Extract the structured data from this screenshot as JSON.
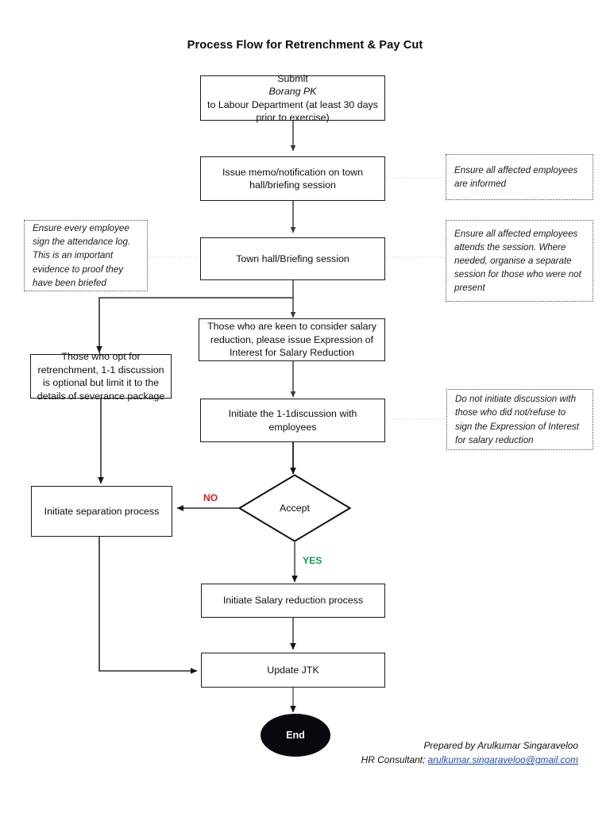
{
  "title": "Process Flow for Retrenchment & Pay Cut",
  "colors": {
    "no": "#e01b24",
    "yes": "#0aa04b",
    "link": "#1f4fb0",
    "node_border": "#1a1a1a",
    "end_fill": "#08080f"
  },
  "nodes": {
    "submit_form": "Submit Borang PK to Labour Department (at least 30 days prior to exercise)",
    "submit_form_part1": "Submit ",
    "submit_form_italic": "Borang PK",
    "submit_form_part2": " to Labour Department (at least 30 days prior to exercise)",
    "issue_memo": "Issue memo/notification on town hall/briefing session",
    "town_hall": "Town hall/Briefing session",
    "expression_of_interest": "Those who are keen to consider salary reduction, please issue Expression of Interest for Salary Reduction",
    "one_to_one": "Initiate the 1-1discussion with employees",
    "opt_retrenchment": "Those who opt for retrenchment, 1-1 discussion is optional but limit it to the details of severance package",
    "separation": "Initiate separation process",
    "salary_reduction": "Initiate Salary reduction process",
    "update_jtk": "Update JTK",
    "decision": "Accept",
    "end": "End"
  },
  "edge_labels": {
    "no": "NO",
    "yes": "YES"
  },
  "notes": {
    "informed": "Ensure all affected employees are informed",
    "attendance_log": "Ensure every employee sign the attendance log. This is an important evidence to proof they have been briefed",
    "attends_session": "Ensure all affected employees attends the session. Where needed, organise a separate session for those who were not present",
    "do_not_initiate": "Do not initiate discussion with those who did not/refuse to sign the Expression of Interest for salary reduction"
  },
  "footer": {
    "prepared_by": "Prepared by Arulkumar Singaraveloo",
    "role": "HR Consultant; ",
    "email": "arulkumar.singaraveloo@gmail.com"
  },
  "chart_data": {
    "type": "diagram",
    "title": "Process Flow for Retrenchment & Pay Cut",
    "nodes": [
      {
        "id": "submit_form",
        "shape": "rect",
        "label": "Submit Borang PK to Labour Department (at least 30 days prior to exercise)"
      },
      {
        "id": "issue_memo",
        "shape": "rect",
        "label": "Issue memo/notification on town hall/briefing session"
      },
      {
        "id": "town_hall",
        "shape": "rect",
        "label": "Town hall/Briefing session"
      },
      {
        "id": "expression_of_interest",
        "shape": "rect",
        "label": "Those who are keen to consider salary reduction, please issue Expression of Interest for Salary Reduction"
      },
      {
        "id": "one_to_one",
        "shape": "rect",
        "label": "Initiate the 1-1discussion with employees"
      },
      {
        "id": "opt_retrenchment",
        "shape": "rect",
        "label": "Those who opt for retrenchment, 1-1 discussion is optional but limit it to the details of severance package"
      },
      {
        "id": "decision",
        "shape": "diamond",
        "label": "Accept"
      },
      {
        "id": "separation",
        "shape": "rect",
        "label": "Initiate separation process"
      },
      {
        "id": "salary_reduction",
        "shape": "rect",
        "label": "Initiate Salary reduction process"
      },
      {
        "id": "update_jtk",
        "shape": "rect",
        "label": "Update JTK"
      },
      {
        "id": "end",
        "shape": "ellipse",
        "label": "End"
      }
    ],
    "edges": [
      {
        "from": "submit_form",
        "to": "issue_memo",
        "label": ""
      },
      {
        "from": "issue_memo",
        "to": "town_hall",
        "label": ""
      },
      {
        "from": "town_hall",
        "to": "expression_of_interest",
        "label": ""
      },
      {
        "from": "town_hall",
        "to": "opt_retrenchment",
        "label": ""
      },
      {
        "from": "expression_of_interest",
        "to": "one_to_one",
        "label": ""
      },
      {
        "from": "one_to_one",
        "to": "decision",
        "label": ""
      },
      {
        "from": "opt_retrenchment",
        "to": "separation",
        "label": ""
      },
      {
        "from": "decision",
        "to": "separation",
        "label": "NO"
      },
      {
        "from": "decision",
        "to": "salary_reduction",
        "label": "YES"
      },
      {
        "from": "salary_reduction",
        "to": "update_jtk",
        "label": ""
      },
      {
        "from": "separation",
        "to": "update_jtk",
        "label": ""
      },
      {
        "from": "update_jtk",
        "to": "end",
        "label": ""
      }
    ],
    "annotations": [
      {
        "target": "issue_memo",
        "text": "Ensure all affected employees are informed",
        "side": "right"
      },
      {
        "target": "town_hall",
        "text": "Ensure every employee sign the attendance log. This is an important evidence to proof they have been briefed",
        "side": "left"
      },
      {
        "target": "town_hall",
        "text": "Ensure all affected employees attends the session. Where needed, organise a separate session for those who were not present",
        "side": "right"
      },
      {
        "target": "one_to_one",
        "text": "Do not initiate discussion with those who did not/refuse to sign the Expression of Interest for salary reduction",
        "side": "right"
      }
    ]
  }
}
